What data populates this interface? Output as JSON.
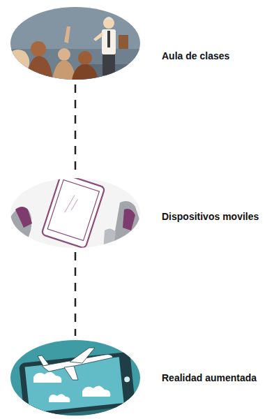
{
  "diagram": {
    "nodes": [
      {
        "text": [
          "Aula de clases"
        ]
      },
      {
        "text": [
          "Dispositivos moviles"
        ]
      },
      {
        "text": [
          "Realidad aumentada"
        ]
      }
    ],
    "edges": [
      {
        "from": 0,
        "to": 1,
        "arrow": "none"
      },
      {
        "from": 1,
        "to": 2,
        "arrow": "none"
      }
    ]
  }
}
